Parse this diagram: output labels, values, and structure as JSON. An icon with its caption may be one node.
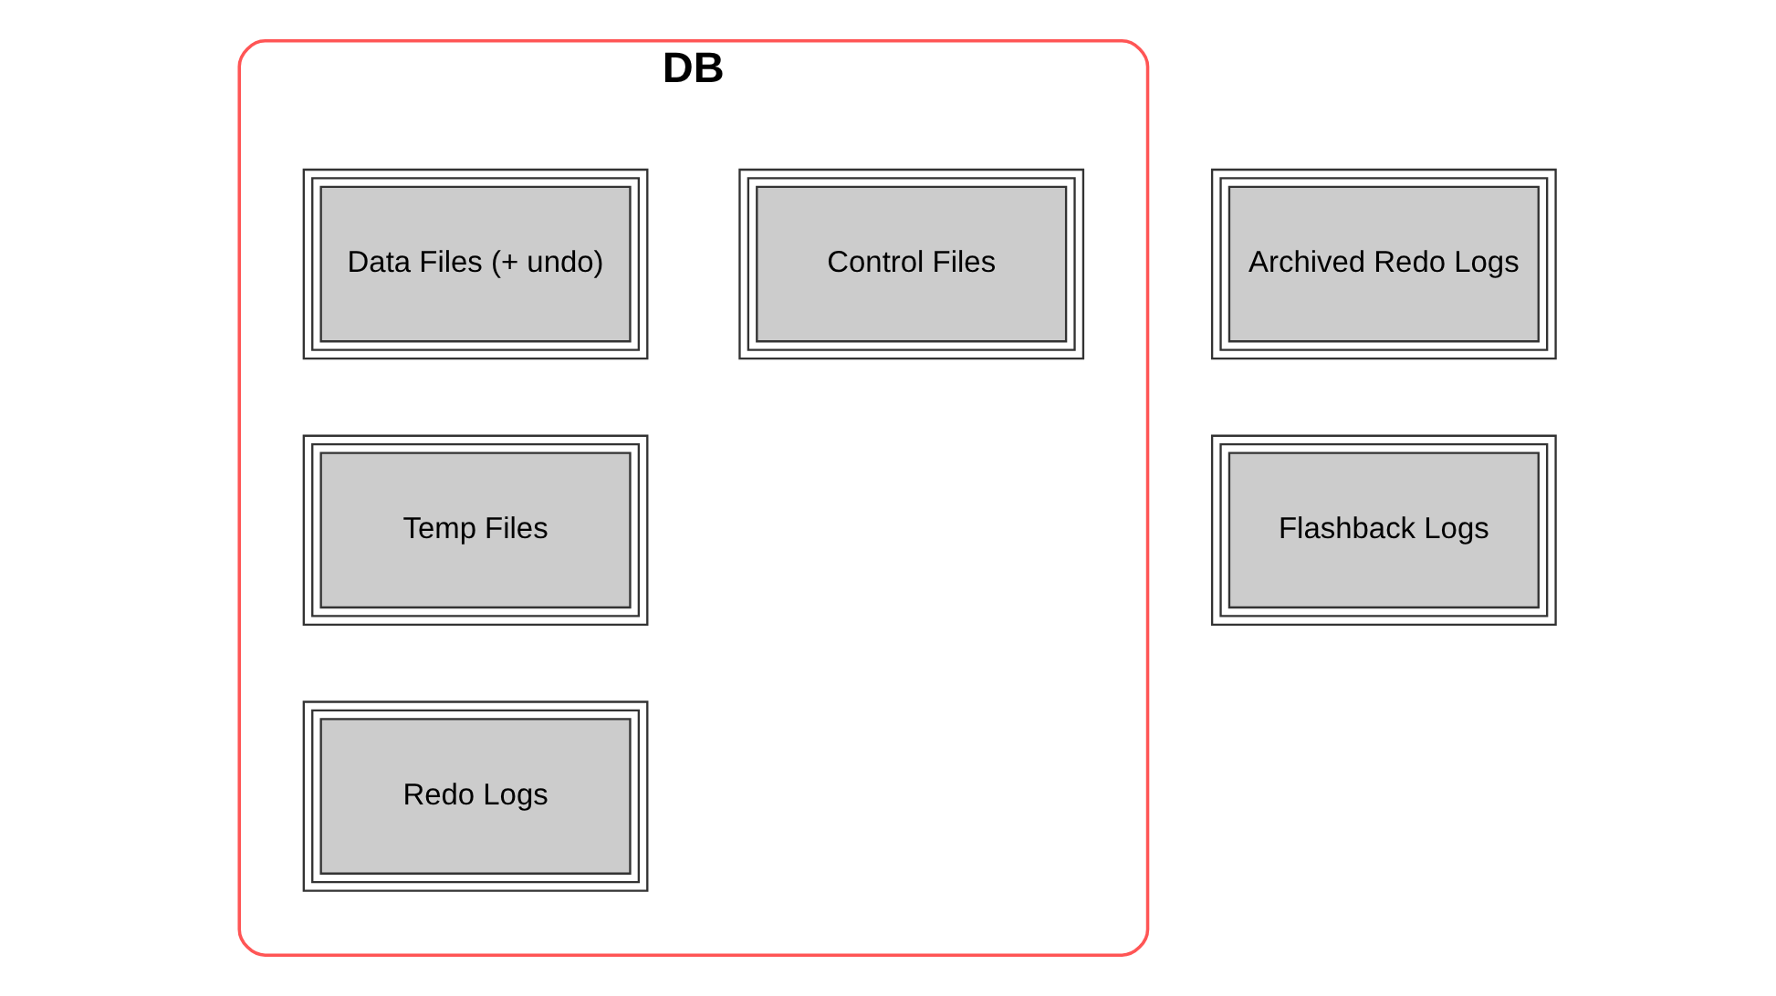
{
  "diagram": {
    "nodes": [
      {
        "text": [
          "DB"
        ]
      },
      {
        "text": [
          "Control Files"
        ],
        "in": 0
      },
      {
        "text": [
          "Data Files (+ undo)"
        ],
        "in": 0
      },
      {
        "text": [
          "Temp Files"
        ],
        "in": 0
      },
      {
        "text": [
          "Redo Logs"
        ],
        "in": 0
      },
      {
        "text": [
          "Archived Redo Logs"
        ]
      },
      {
        "text": [
          "Flashback Logs"
        ]
      }
    ]
  }
}
